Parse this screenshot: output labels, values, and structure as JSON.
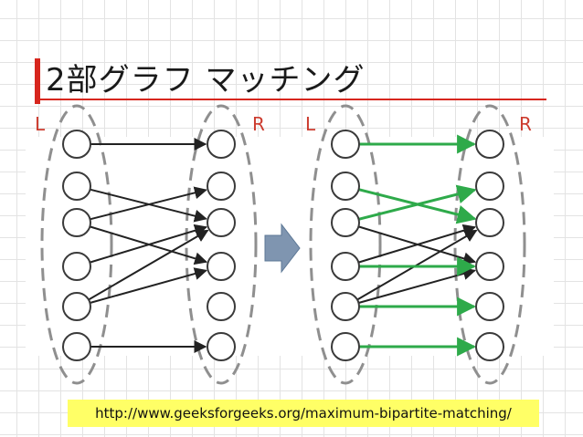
{
  "slide": {
    "title": "2部グラフ マッチング",
    "caption": "http://www.geeksforgeeks.org/maximum-bipartite-matching/"
  },
  "panels": {
    "before": {
      "left_label": "L",
      "right_label": "R"
    },
    "after": {
      "left_label": "L",
      "right_label": "R"
    }
  },
  "graph": {
    "left_node_count": 6,
    "right_node_count": 6,
    "edges": [
      [
        0,
        0
      ],
      [
        1,
        2
      ],
      [
        2,
        1
      ],
      [
        2,
        3
      ],
      [
        3,
        2
      ],
      [
        4,
        2
      ],
      [
        4,
        3
      ],
      [
        5,
        5
      ]
    ],
    "matching": [
      [
        0,
        0
      ],
      [
        1,
        2
      ],
      [
        2,
        1
      ],
      [
        3,
        3
      ],
      [
        4,
        4
      ],
      [
        5,
        5
      ]
    ]
  },
  "colors": {
    "title_accent": "#d7261e",
    "label": "#cc3b2e",
    "edge": "#222222",
    "matched_edge": "#2eaa4a",
    "arrow": "#7f95b0",
    "caption_bg": "#ffff66"
  }
}
